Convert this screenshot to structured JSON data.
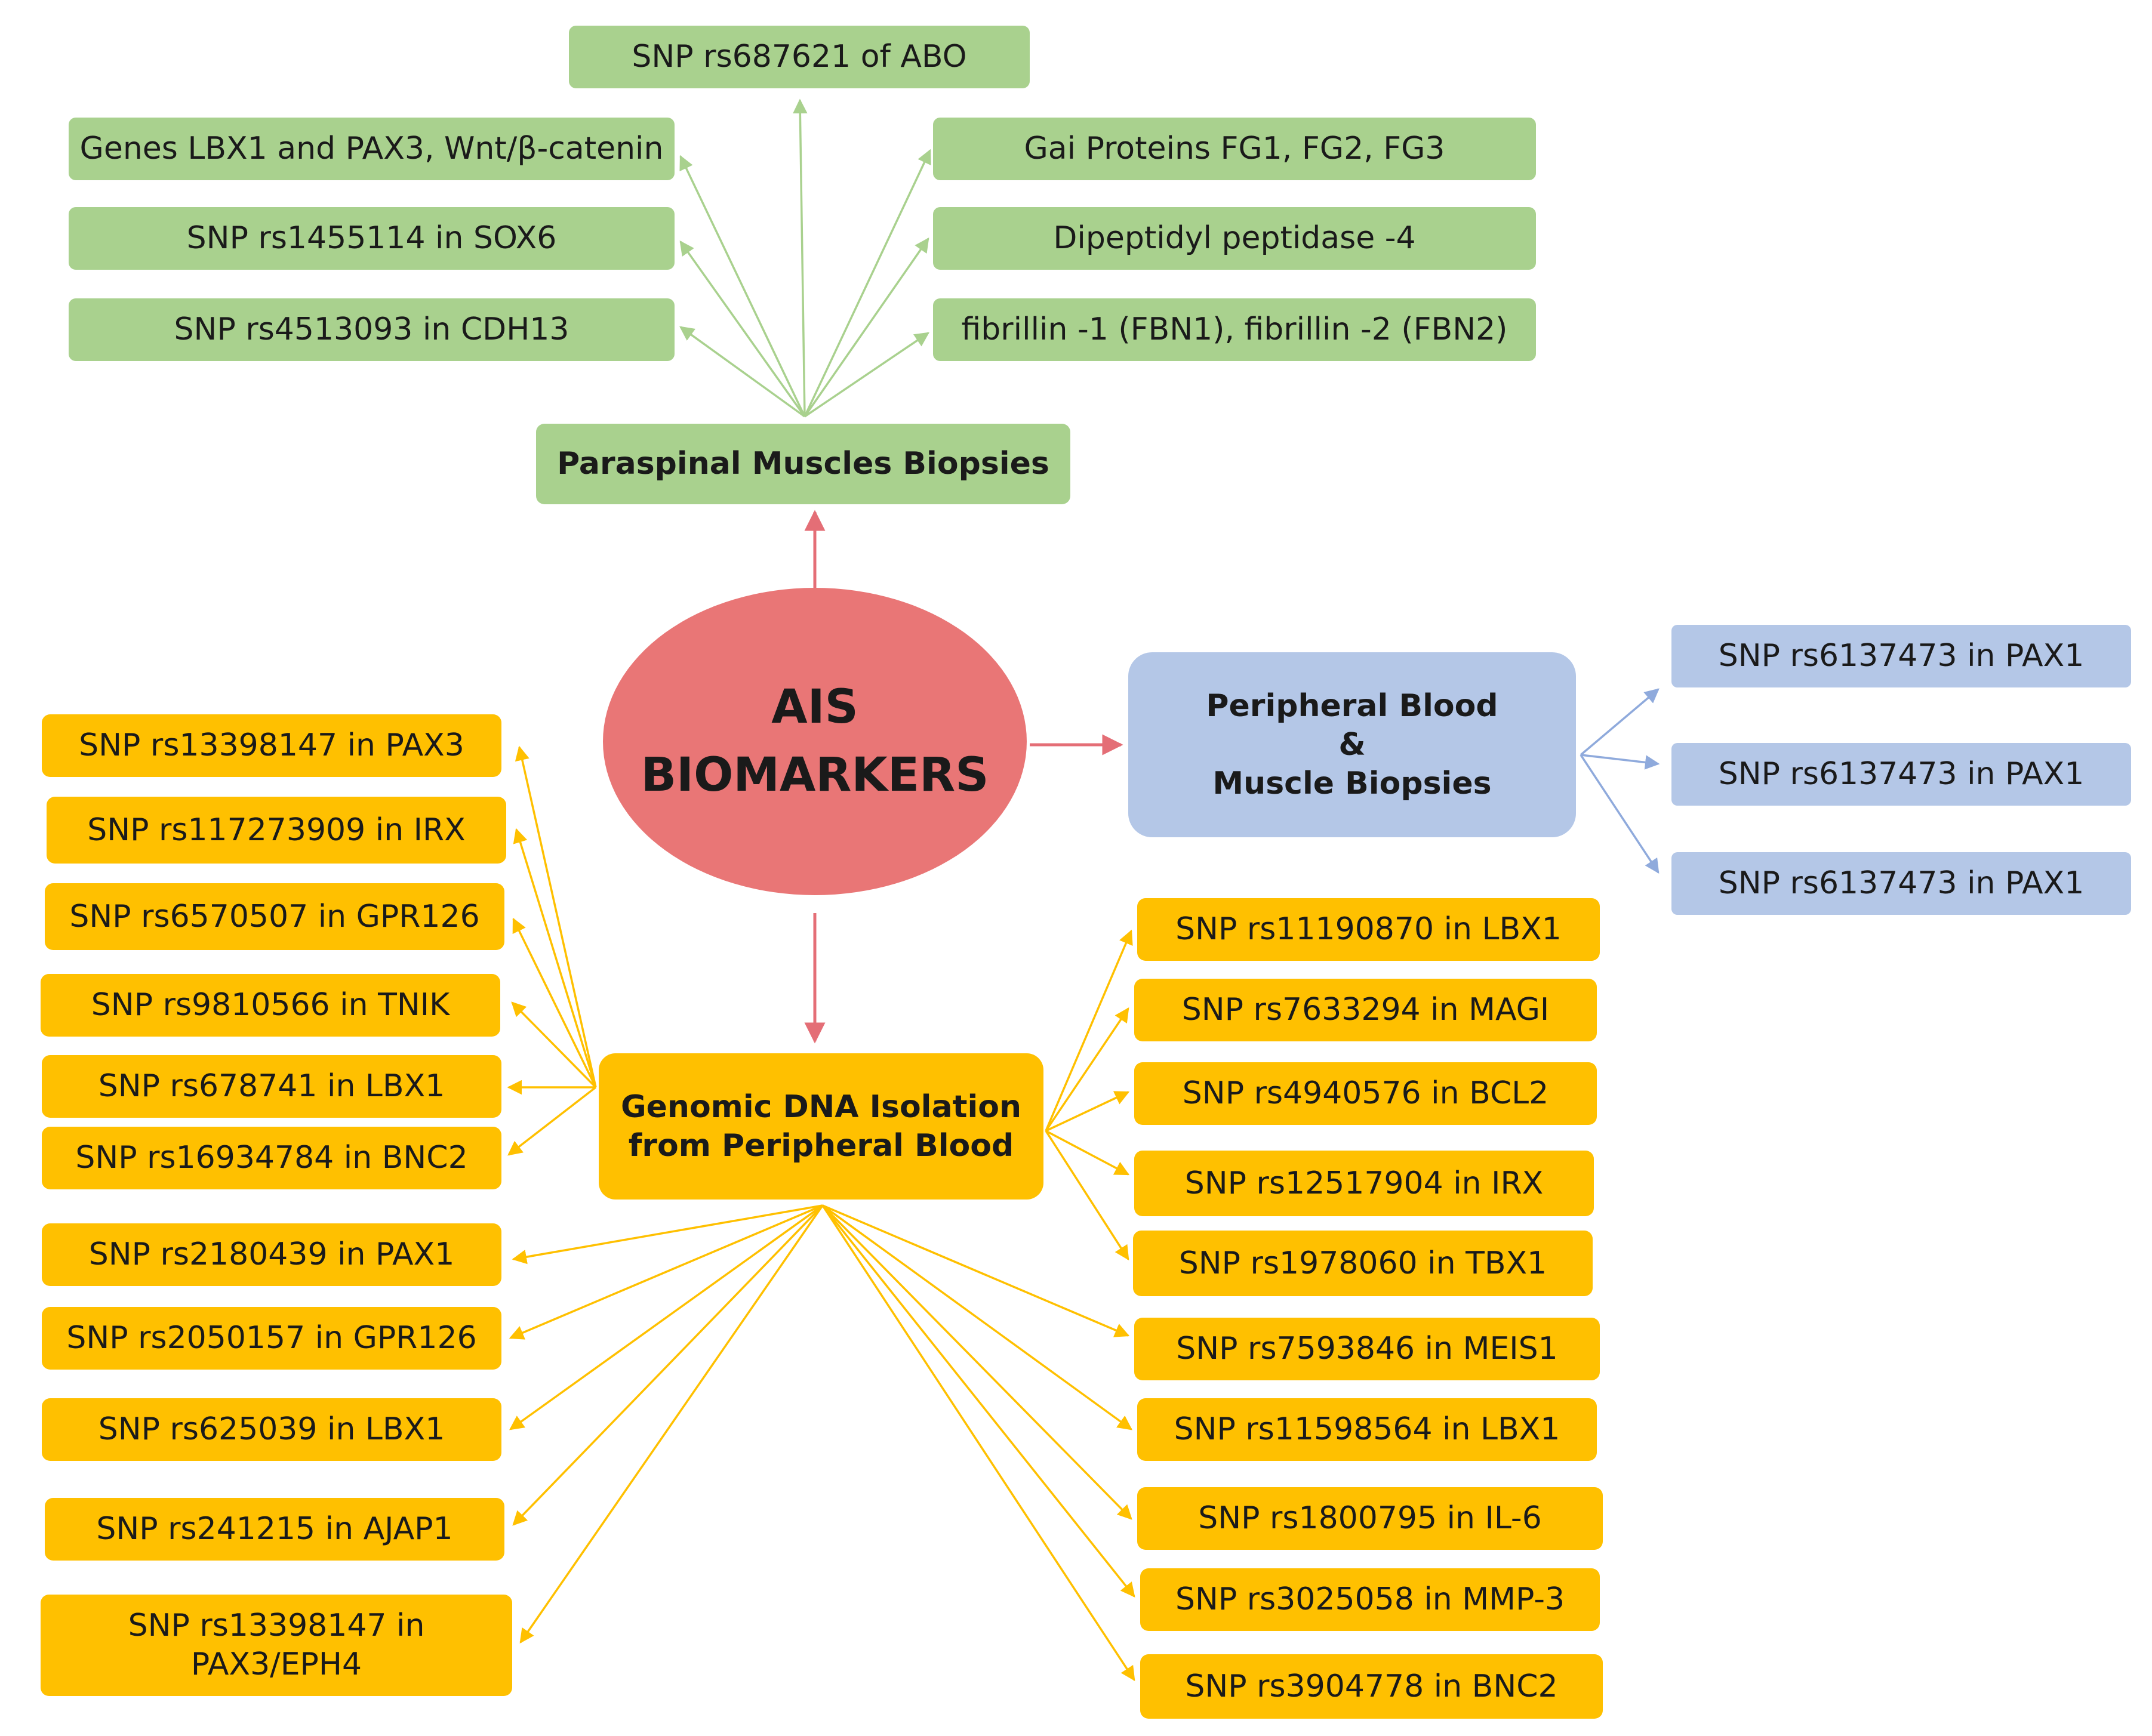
{
  "center": {
    "line1": "AIS",
    "line2": "BIOMARKERS"
  },
  "colors": {
    "green": "#a9d18e",
    "blue": "#b4c7e7",
    "yellow": "#ffc000",
    "center": "#e97676",
    "arrow_red": "#e46e76",
    "arrow_green": "#a9d18e",
    "arrow_blue": "#8faadc",
    "arrow_yellow": "#ffc000"
  },
  "hubs": {
    "paraspinal": "Paraspinal Muscles Biopsies",
    "peripheral": {
      "line1": "Peripheral Blood",
      "line2": "&",
      "line3": "Muscle Biopsies"
    },
    "genomic": {
      "line1": "Genomic DNA Isolation",
      "line2": "from Peripheral Blood"
    }
  },
  "paraspinal_items": [
    "SNP rs687621 of ABO",
    "Genes LBX1 and PAX3, Wnt/β-catenin",
    "SNP rs1455114 in SOX6",
    "SNP rs4513093 in CDH13",
    "Gai Proteins FG1, FG2, FG3",
    "Dipeptidyl peptidase -4",
    "fibrillin -1 (FBN1), fibrillin -2 (FBN2)"
  ],
  "peripheral_items": [
    "SNP rs6137473 in PAX1",
    "SNP rs6137473 in PAX1",
    "SNP rs6137473 in PAX1"
  ],
  "genomic_left_items": [
    "SNP rs13398147 in PAX3",
    "SNP rs117273909 in IRX",
    "SNP rs6570507 in GPR126",
    "SNP rs9810566 in TNIK",
    "SNP rs678741 in LBX1",
    "SNP rs16934784 in BNC2",
    "SNP rs2180439 in PAX1",
    "SNP rs2050157 in GPR126",
    "SNP rs625039 in LBX1",
    "SNP rs241215 in AJAP1",
    {
      "line1": "SNP rs13398147 in",
      "line2": "PAX3/EPH4"
    }
  ],
  "genomic_right_items": [
    "SNP rs11190870 in LBX1",
    "SNP rs7633294 in MAGI",
    "SNP rs4940576 in BCL2",
    "SNP rs12517904 in IRX",
    "SNP rs1978060 in TBX1",
    "SNP rs7593846 in MEIS1",
    "SNP rs11598564 in LBX1",
    "SNP rs1800795 in IL-6",
    "SNP rs3025058 in MMP-3",
    "SNP rs3904778 in BNC2"
  ]
}
